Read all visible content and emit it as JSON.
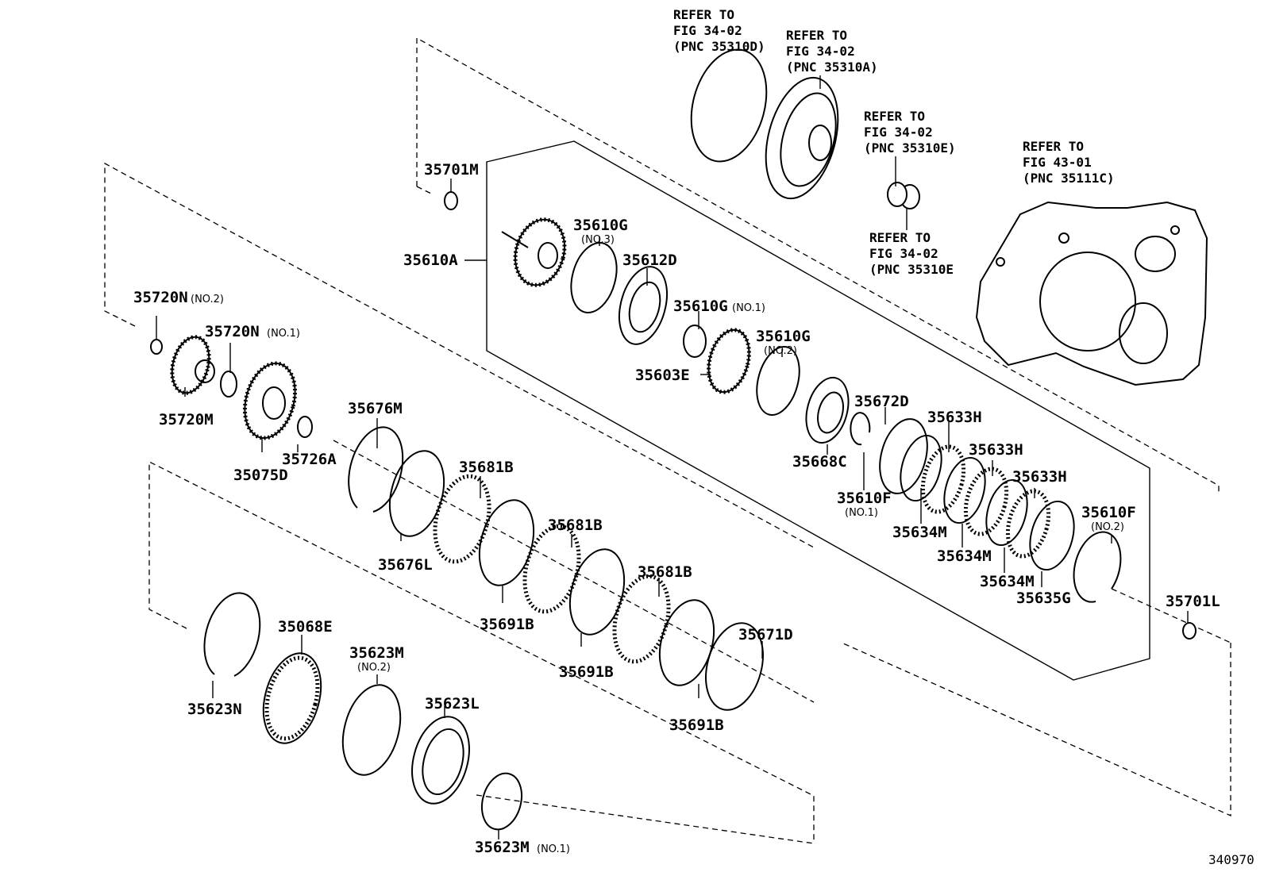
{
  "figure_number": "340970",
  "references": [
    {
      "id": "ref-35310D",
      "lines": [
        "REFER TO",
        "FIG 34-02",
        "(PNC 35310D)"
      ]
    },
    {
      "id": "ref-35310A",
      "lines": [
        "REFER TO",
        "FIG 34-02",
        "(PNC 35310A)"
      ]
    },
    {
      "id": "ref-35310E-top",
      "lines": [
        "REFER TO",
        "FIG 34-02",
        "(PNC 35310E)"
      ]
    },
    {
      "id": "ref-35310E-bottom",
      "lines": [
        "REFER TO",
        "FIG 34-02",
        "(PNC 35310E"
      ]
    },
    {
      "id": "ref-35111C",
      "lines": [
        "REFER TO",
        "FIG 43-01",
        "(PNC 35111C)"
      ]
    }
  ],
  "parts": {
    "p35701M": "35701M",
    "p35610A": "35610A",
    "p35610G_no3": "35610G",
    "q35610G_no3": "(NO.3)",
    "p35612D": "35612D",
    "p35610G_no1": "35610G",
    "q35610G_no1": "(NO.1)",
    "p35610G_no2": "35610G",
    "q35610G_no2": "(NO.2)",
    "p35603E": "35603E",
    "p35672D": "35672D",
    "p35668C": "35668C",
    "p35610F_no1": "35610F",
    "q35610F_no1": "(NO.1)",
    "p35633H_a": "35633H",
    "p35633H_b": "35633H",
    "p35633H_c": "35633H",
    "p35634M_a": "35634M",
    "p35634M_b": "35634M",
    "p35634M_c": "35634M",
    "p35635G": "35635G",
    "p35610F_no2": "35610F",
    "q35610F_no2": "(NO.2)",
    "p35701L": "35701L",
    "p35720N_no2": "35720N",
    "q35720N_no2": "(NO.2)",
    "p35720N_no1": "35720N",
    "q35720N_no1": "(NO.1)",
    "p35720M": "35720M",
    "p35726A": "35726A",
    "p35075D": "35075D",
    "p35676M": "35676M",
    "p35676L": "35676L",
    "p35681B_a": "35681B",
    "p35681B_b": "35681B",
    "p35681B_c": "35681B",
    "p35691B_a": "35691B",
    "p35691B_b": "35691B",
    "p35691B_c": "35691B",
    "p35671D": "35671D",
    "p35068E": "35068E",
    "p35623M_no2": "35623M",
    "q35623M_no2": "(NO.2)",
    "p35623L": "35623L",
    "p35623N": "35623N",
    "p35623M_no1": "35623M",
    "q35623M_no1": "(NO.1)"
  }
}
